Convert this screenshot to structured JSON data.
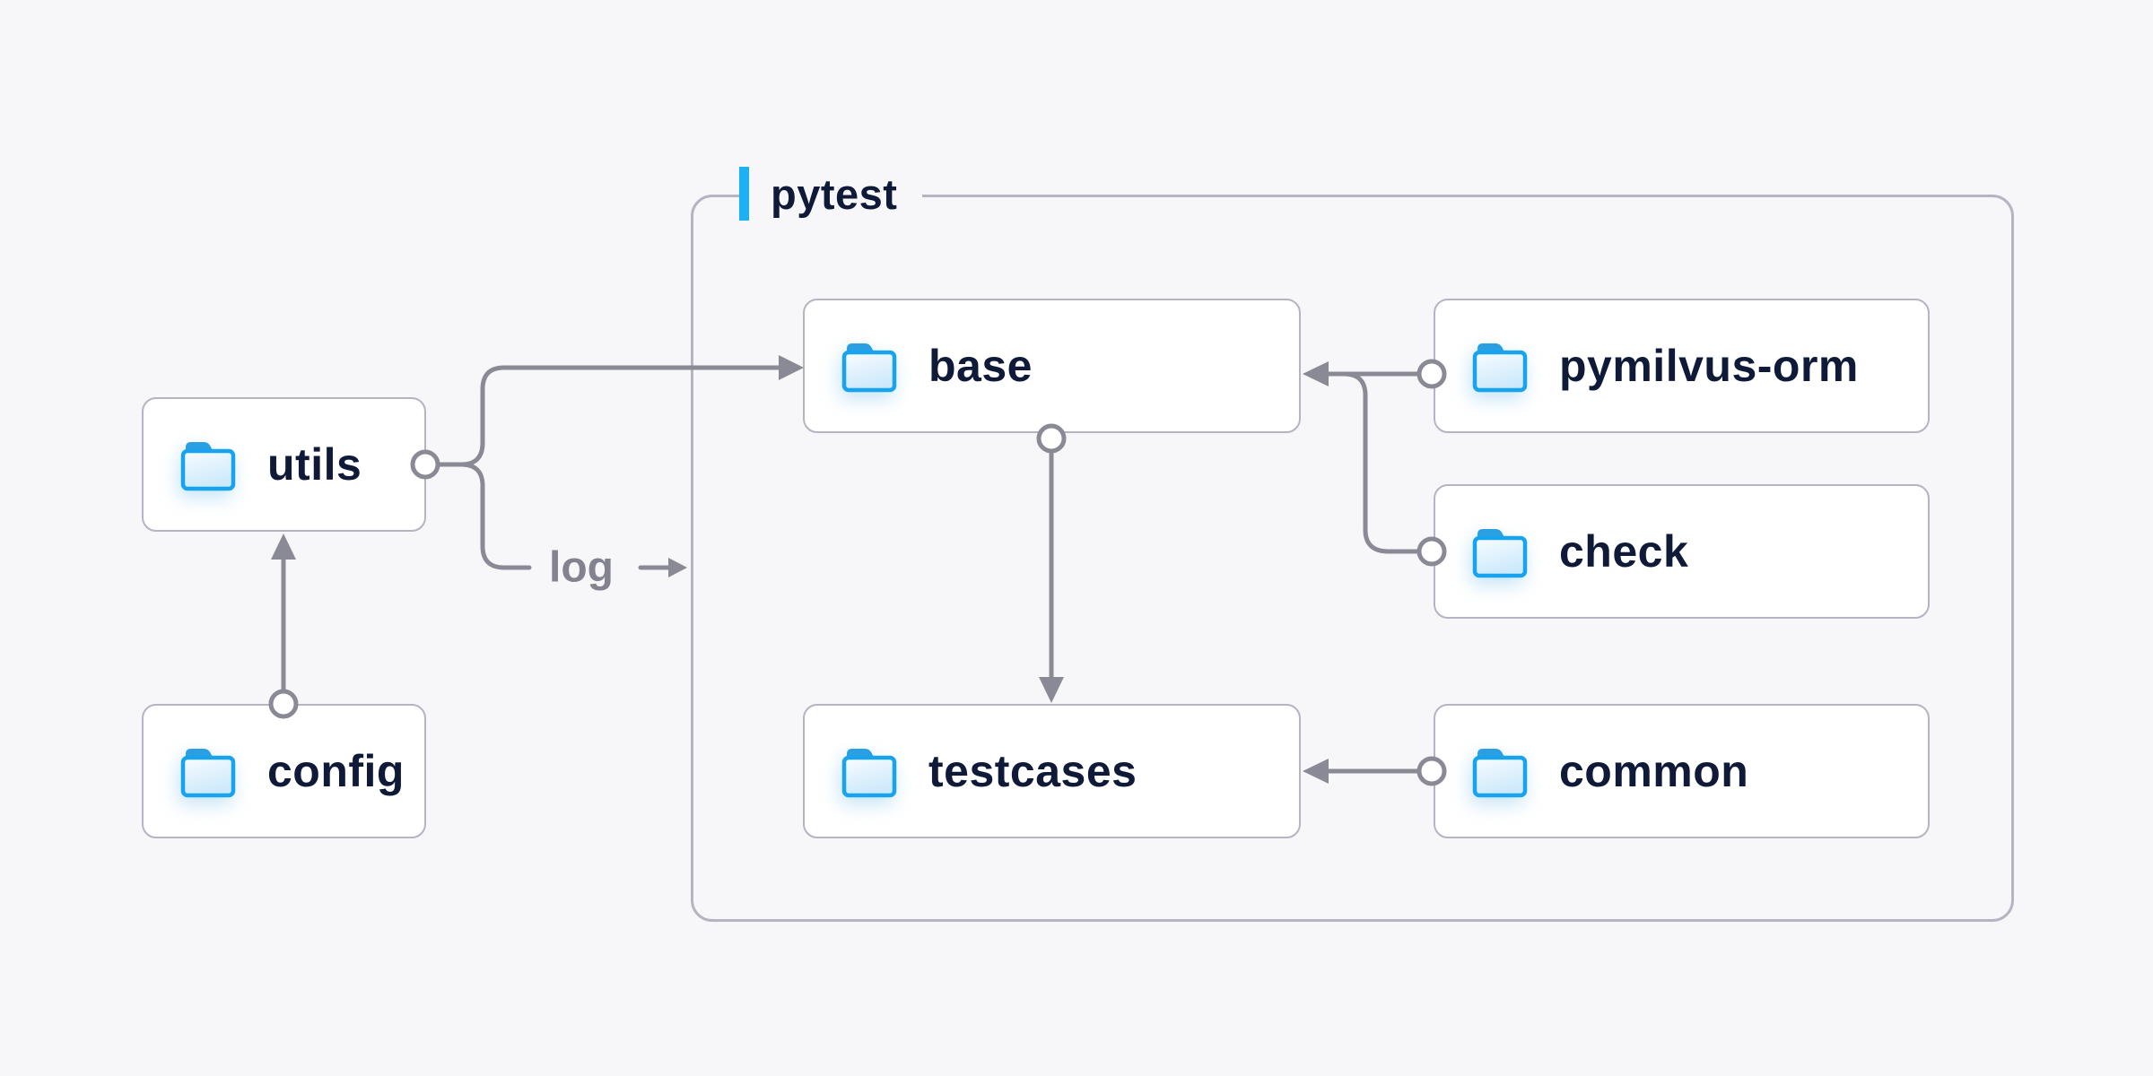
{
  "diagram": {
    "container": {
      "label": "pytest"
    },
    "nodes": {
      "utils": {
        "label": "utils",
        "icon": "folder-icon"
      },
      "config": {
        "label": "config",
        "icon": "folder-icon"
      },
      "base": {
        "label": "base",
        "icon": "folder-icon"
      },
      "pymilvus_orm": {
        "label": "pymilvus-orm",
        "icon": "folder-icon"
      },
      "check": {
        "label": "check",
        "icon": "folder-icon"
      },
      "testcases": {
        "label": "testcases",
        "icon": "folder-icon"
      },
      "common": {
        "label": "common",
        "icon": "folder-icon"
      }
    },
    "edges": [
      {
        "from": "config",
        "to": "utils",
        "label": ""
      },
      {
        "from": "utils",
        "to": "base",
        "label": ""
      },
      {
        "from": "utils",
        "to": "pytest-container",
        "label": "log"
      },
      {
        "from": "base",
        "to": "testcases",
        "label": ""
      },
      {
        "from": "pymilvus-orm",
        "to": "base",
        "label": ""
      },
      {
        "from": "check",
        "to": "base",
        "label": ""
      },
      {
        "from": "common",
        "to": "testcases",
        "label": ""
      }
    ],
    "colors": {
      "background": "#f7f7f9",
      "edge": "#8a8a96",
      "node_border": "#b4b4c2",
      "node_background": "#ffffff",
      "text": "#0e1a38",
      "accent_blue": "#1cb0f6",
      "folder_stroke": "#17a3ee",
      "folder_tab": "#2aa0e2",
      "edge_label": "#83838f"
    }
  }
}
